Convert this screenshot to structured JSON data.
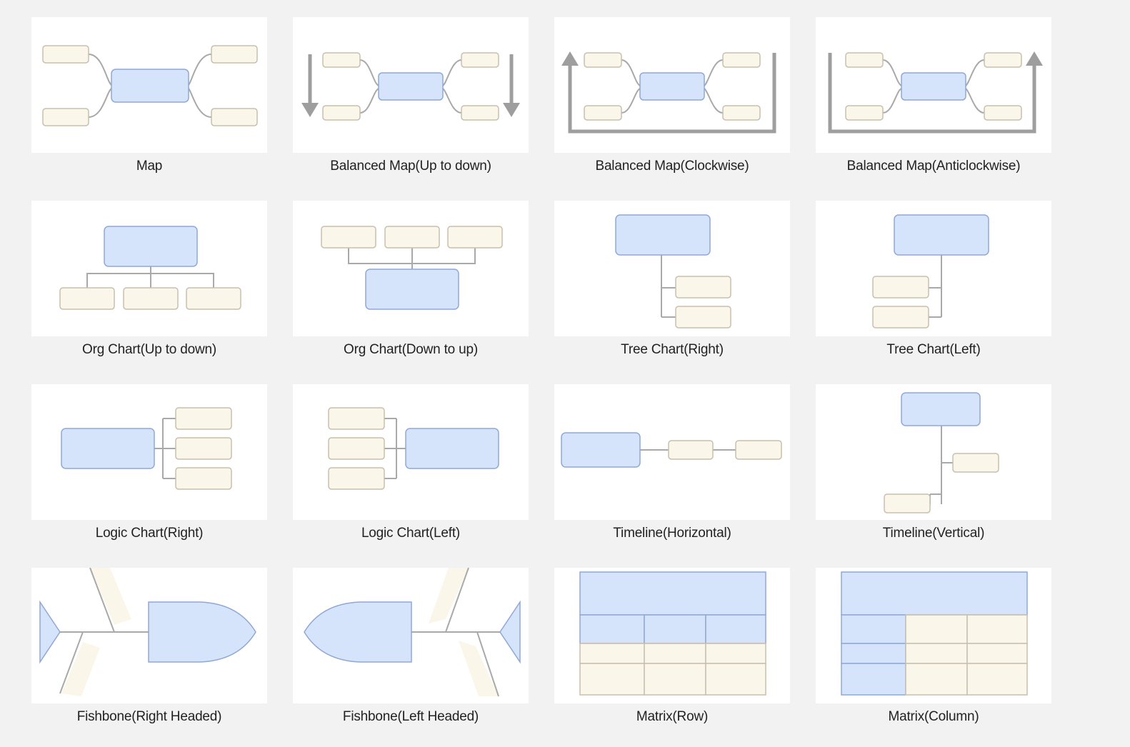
{
  "templates": [
    {
      "label": "Map",
      "icon": "map-icon"
    },
    {
      "label": "Balanced Map(Up to down)",
      "icon": "balanced-map-up-down-icon"
    },
    {
      "label": "Balanced Map(Clockwise)",
      "icon": "balanced-map-clockwise-icon"
    },
    {
      "label": "Balanced Map(Anticlockwise)",
      "icon": "balanced-map-anticlockwise-icon"
    },
    {
      "label": "Org Chart(Up to down)",
      "icon": "org-chart-up-down-icon"
    },
    {
      "label": "Org Chart(Down to up)",
      "icon": "org-chart-down-up-icon"
    },
    {
      "label": "Tree Chart(Right)",
      "icon": "tree-chart-right-icon"
    },
    {
      "label": "Tree Chart(Left)",
      "icon": "tree-chart-left-icon"
    },
    {
      "label": "Logic Chart(Right)",
      "icon": "logic-chart-right-icon"
    },
    {
      "label": "Logic Chart(Left)",
      "icon": "logic-chart-left-icon"
    },
    {
      "label": "Timeline(Horizontal)",
      "icon": "timeline-horizontal-icon"
    },
    {
      "label": "Timeline(Vertical)",
      "icon": "timeline-vertical-icon"
    },
    {
      "label": "Fishbone(Right Headed)",
      "icon": "fishbone-right-headed-icon"
    },
    {
      "label": "Fishbone(Left Headed)",
      "icon": "fishbone-left-headed-icon"
    },
    {
      "label": "Matrix(Row)",
      "icon": "matrix-row-icon"
    },
    {
      "label": "Matrix(Column)",
      "icon": "matrix-column-icon"
    }
  ],
  "colors": {
    "main_topic_fill": "#d6e4fb",
    "sub_topic_fill": "#fbf6ea",
    "connector": "#a9a9a9",
    "page_background": "#f2f2f2"
  }
}
